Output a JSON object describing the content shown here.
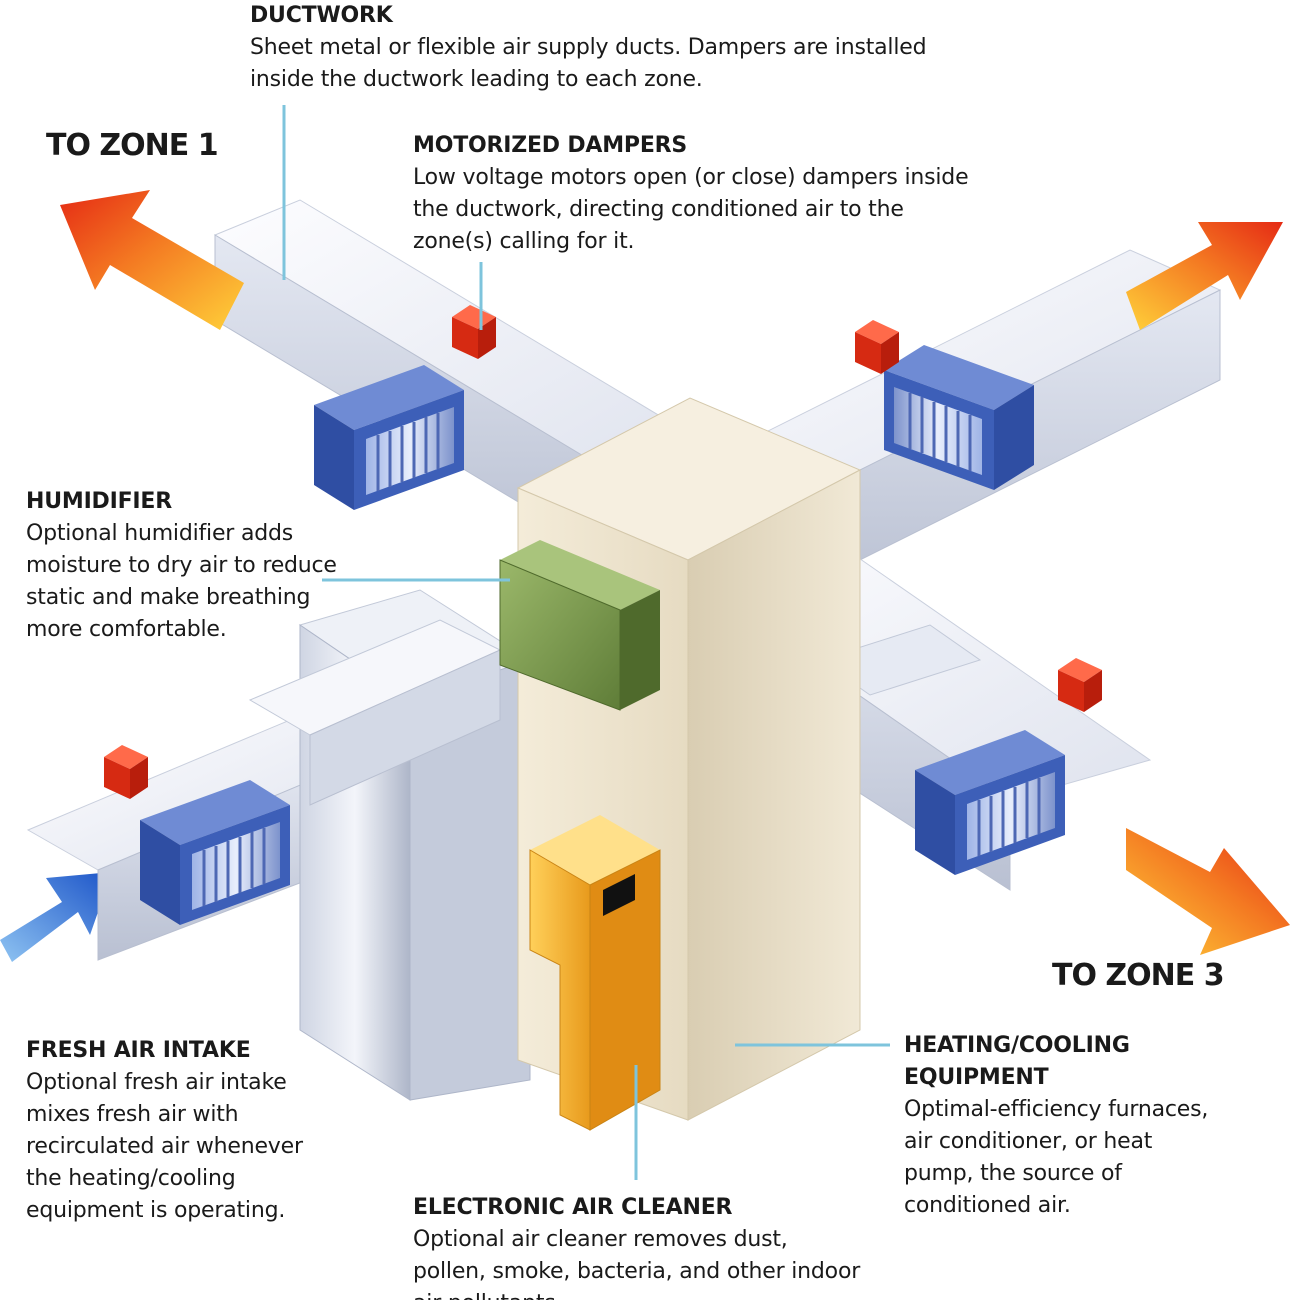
{
  "zones": {
    "zone1": "TO ZONE 1",
    "zone3": "TO ZONE 3"
  },
  "labels": {
    "ductwork": {
      "head": "DUCTWORK",
      "body": "Sheet metal or flexible air supply ducts. Dampers are installed inside the ductwork leading to each zone."
    },
    "dampers": {
      "head": "MOTORIZED DAMPERS",
      "body": "Low voltage motors open (or close) dampers inside the ductwork, directing conditioned air to the zone(s) calling for it."
    },
    "humidifier": {
      "head": "HUMIDIFIER",
      "body": "Optional humidifier adds moisture to dry air to reduce static and make breathing more comfortable."
    },
    "fresh_air": {
      "head": "FRESH AIR INTAKE",
      "body": "Optional fresh air intake mixes fresh air with recirculated air whenever the heating/cooling equipment is operating."
    },
    "heating_cooling": {
      "head": "HEATING/COOLING EQUIPMENT",
      "body": "Optimal-efficiency furnaces, air conditioner, or heat pump, the source of conditioned air."
    },
    "air_cleaner": {
      "head": "ELECTRONIC AIR CLEANER",
      "body": "Optional air cleaner removes dust, pollen, smoke, bacteria, and other indoor air pollutants."
    }
  },
  "colors": {
    "leader": "#7ec4dc",
    "hot_arrow": "#e8401c",
    "cold_arrow": "#2a6fd6",
    "damper_frame": "#3d5fb8",
    "damper_motor": "#e0381c",
    "humidifier": "#7a9a4e",
    "air_cleaner": "#f2b233",
    "cabinet": "#eee4cf"
  }
}
